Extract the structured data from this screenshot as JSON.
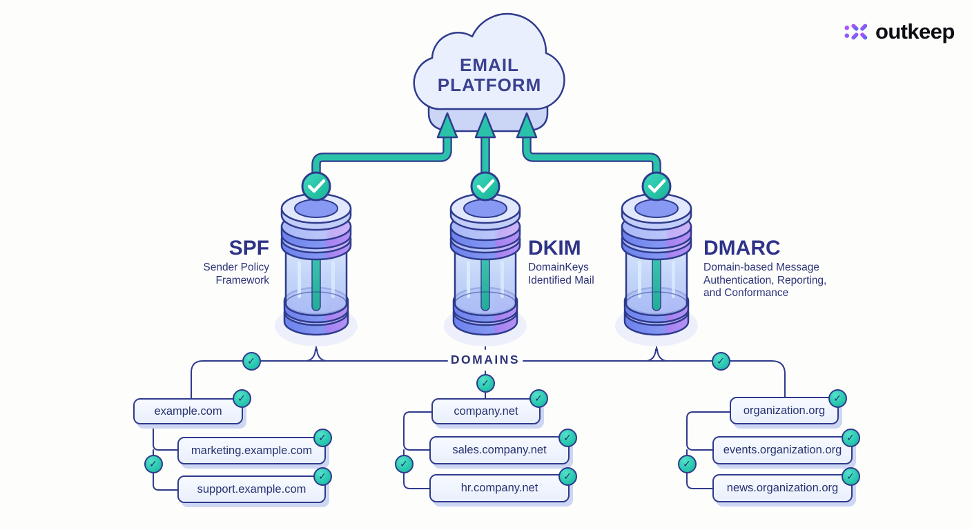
{
  "logo": {
    "text": "outkeep",
    "icon": "asterisk-burst-icon"
  },
  "cloud": {
    "line1": "EMAIL",
    "line2": "PLATFORM"
  },
  "protocols": [
    {
      "abbr": "SPF",
      "full": "Sender Policy Framework",
      "full_lines": [
        "Sender Policy",
        "Framework"
      ]
    },
    {
      "abbr": "DKIM",
      "full": "DomainKeys Identified Mail",
      "full_lines": [
        "DomainKeys",
        "Identified Mail"
      ]
    },
    {
      "abbr": "DMARC",
      "full": "Domain-based Message Authentication, Reporting, and Conformance",
      "full_lines": [
        "Domain-based Message",
        "Authentication, Reporting,",
        "and Conformance"
      ]
    }
  ],
  "domains_label": "DOMAINS",
  "domain_groups": [
    {
      "parent": "example.com",
      "children": [
        "marketing.example.com",
        "support.example.com"
      ]
    },
    {
      "parent": "company.net",
      "children": [
        "sales.company.net",
        "hr.company.net"
      ]
    },
    {
      "parent": "organization.org",
      "children": [
        "events.organization.org",
        "news.organization.org"
      ]
    }
  ],
  "icons": {
    "check_glyph": "✓"
  },
  "colors": {
    "teal": "#2bc2aa",
    "navy_line": "#2f3b8c",
    "text_navy": "#2c3377",
    "box_fill": "#eef3fc",
    "box_shadow": "#cdd7f3",
    "cylinder_blue": "#8396f2",
    "cylinder_purple": "#a583ef",
    "cloud_fill": "#e9effd",
    "logo_purple": "#8b5cf6"
  }
}
